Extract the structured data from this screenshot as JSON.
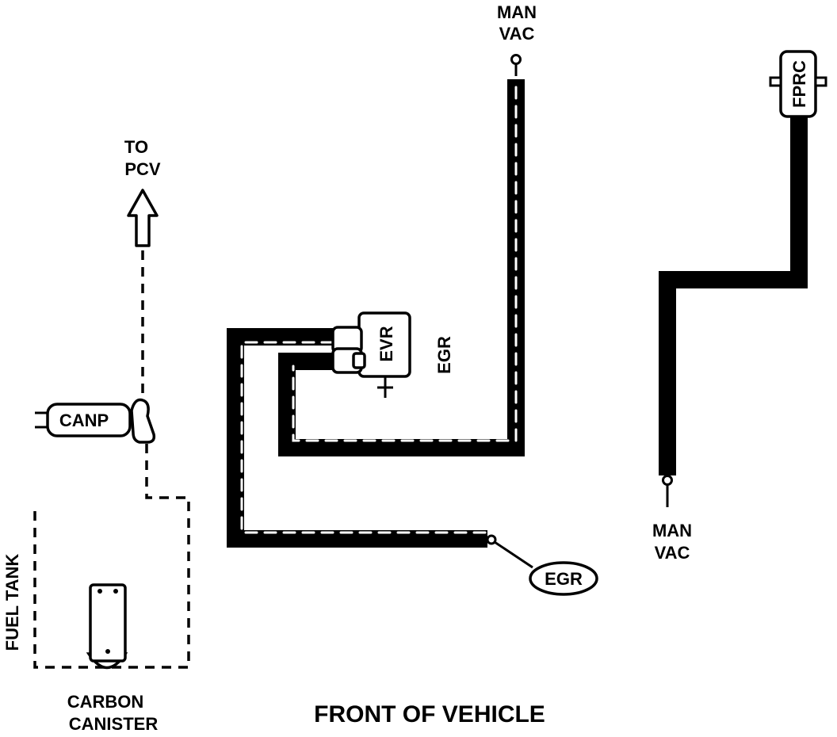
{
  "labels": {
    "man_vac_top_line1": "MAN",
    "man_vac_top_line2": "VAC",
    "man_vac_right_line1": "MAN",
    "man_vac_right_line2": "VAC",
    "to_pcv_line1": "TO",
    "to_pcv_line2": "PCV",
    "canp": "CANP",
    "evr": "EVR",
    "egr_upper": "EGR",
    "egr_valve": "EGR",
    "fprc": "FPRC",
    "fuel_tank": "FUEL TANK",
    "carbon_line1": "CARBON",
    "carbon_line2": "CANISTER",
    "footer": "FRONT OF VEHICLE"
  },
  "colors": {
    "ink": "#000000",
    "paper": "#ffffff"
  }
}
